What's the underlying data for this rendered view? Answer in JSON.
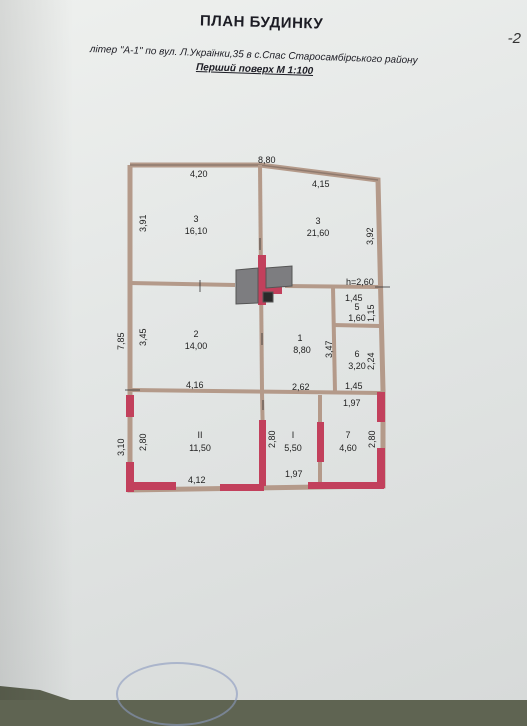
{
  "header": {
    "title": "ПЛАН БУДИНКУ",
    "page_number": "-2",
    "subtitle": "літер \"А-1\" по вул. Л.Українки,35 в с.Спас Старосамбірського району",
    "floor_scale": "Перший поверх  М 1:100"
  },
  "dimensions": {
    "top_total": "8,80",
    "top_left": "4,20",
    "top_right": "4,15",
    "left_total": "7,85",
    "left_upper": "3,91",
    "left_middle": "3,45",
    "right_upper": "3,92",
    "height_mark": "h=2,60",
    "room5_width": "1,45",
    "room5_height": "1,15",
    "room1_height": "3,47",
    "room6_height": "2,24",
    "mid_left": "4,16",
    "mid_center": "2,62",
    "mid_right": "1,45",
    "room7_width": "1,97",
    "lower_left_outer": "3,10",
    "lower_left_inner": "2,80",
    "roomI_height": "2,80",
    "room7_height": "2,80",
    "bottom_left": "4,12",
    "bottom_center": "1,97"
  },
  "rooms": [
    {
      "number": "3",
      "area": "16,10"
    },
    {
      "number": "3",
      "area": "21,60"
    },
    {
      "number": "2",
      "area": "14,00"
    },
    {
      "number": "1",
      "area": "8,80"
    },
    {
      "number": "5",
      "area": "1,60"
    },
    {
      "number": "6",
      "area": "3,20"
    },
    {
      "number": "II",
      "area": "11,50"
    },
    {
      "number": "I",
      "area": "5,50"
    },
    {
      "number": "7",
      "area": "4,60"
    }
  ]
}
